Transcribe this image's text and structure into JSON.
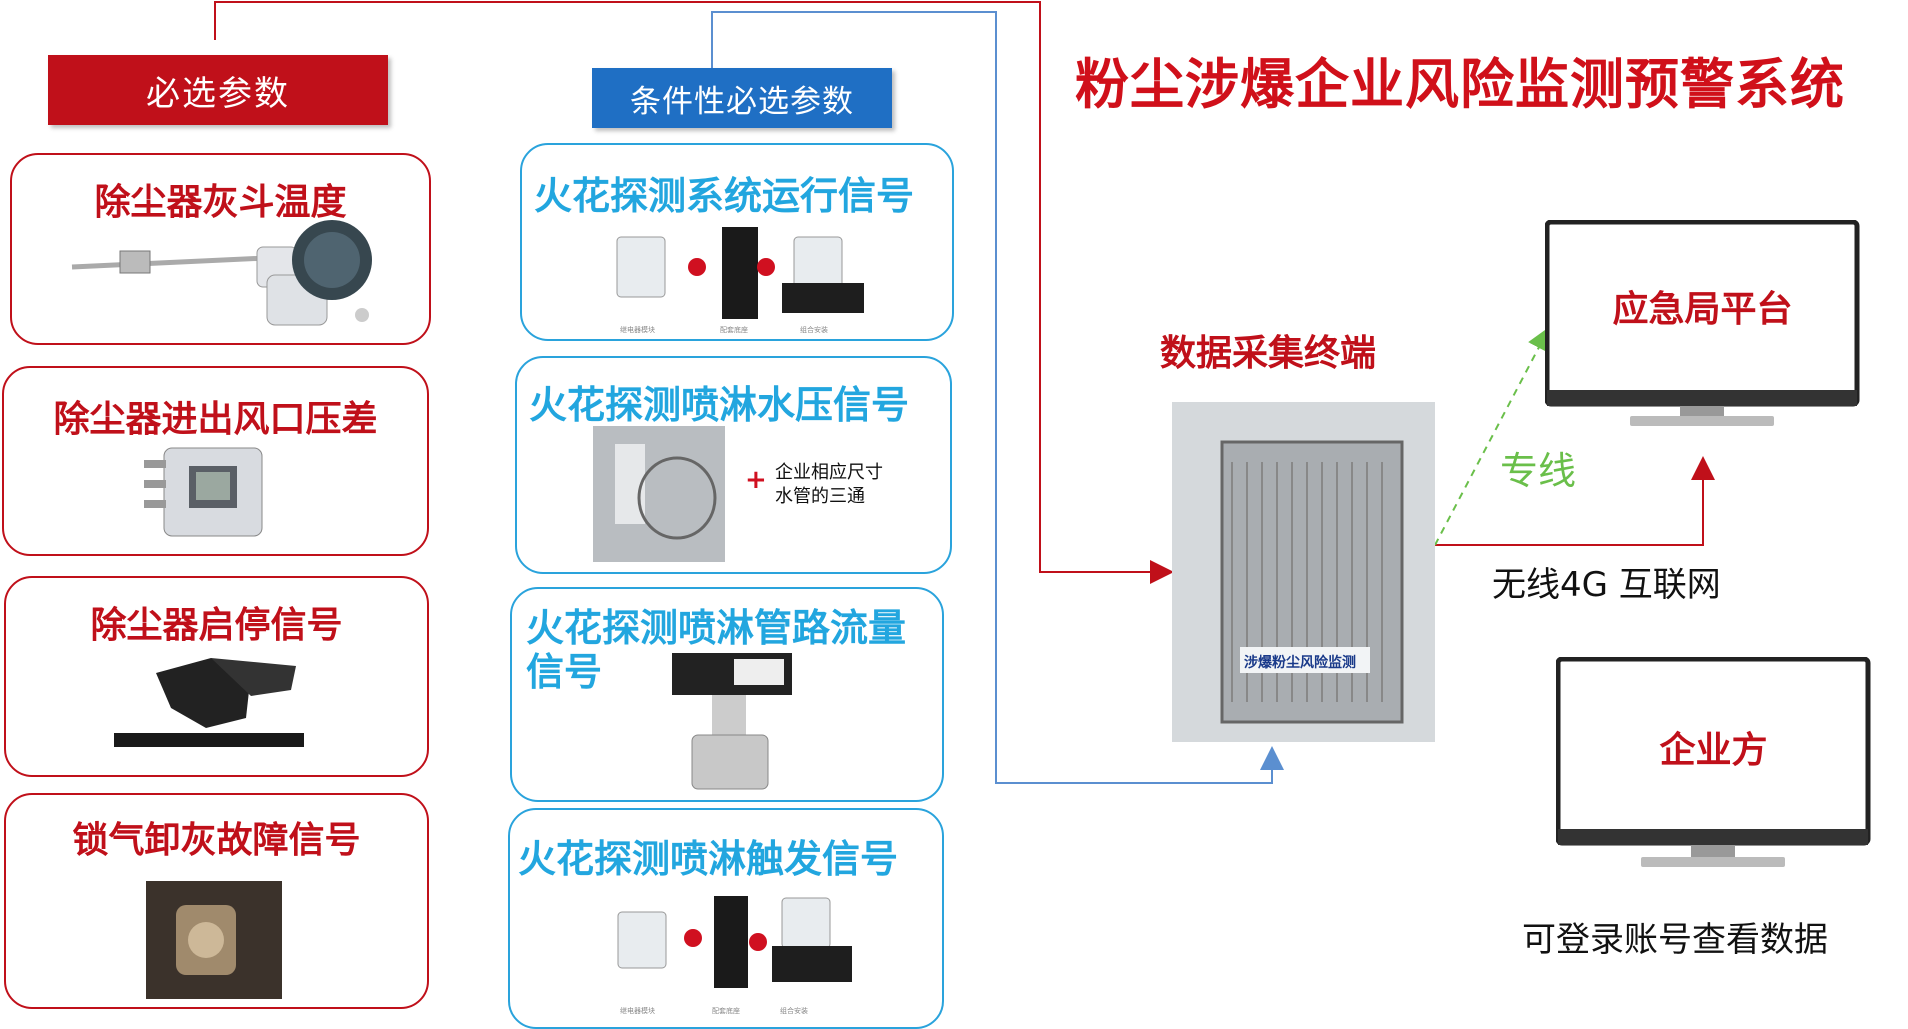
{
  "title": "粉尘涉爆企业风险监测预警系统",
  "required": {
    "header": "必选参数",
    "items": [
      {
        "label": "除尘器灰斗温度"
      },
      {
        "label": "除尘器进出风口压差"
      },
      {
        "label": "除尘器启停信号"
      },
      {
        "label": "锁气卸灰故障信号"
      }
    ]
  },
  "conditional": {
    "header": "条件性必选参数",
    "items": [
      {
        "label": "火花探测系统运行信号",
        "captions": [
          "继电器模块",
          "配套底座",
          "组合安装"
        ]
      },
      {
        "label": "火花探测喷淋水压信号",
        "note_line1": "企业相应尺寸",
        "note_line2": "水管的三通"
      },
      {
        "label_line1": "火花探测喷淋管路流量",
        "label_line2": "信号"
      },
      {
        "label": "火花探测喷淋触发信号",
        "captions": [
          "继电器模块",
          "配套底座",
          "组合安装"
        ]
      }
    ]
  },
  "terminal": {
    "label": "数据采集终端",
    "device_text": "涉爆粉尘风险监测"
  },
  "platform": {
    "label": "应急局平台"
  },
  "enterprise": {
    "label": "企业方",
    "caption": "可登录账号查看数据"
  },
  "links": {
    "dedicated": "专线",
    "wireless": "无线4G 互联网"
  },
  "colors": {
    "red": "#c0101a",
    "blue": "#22a6df",
    "header_blue": "#1f6fc4",
    "green": "#6abf4a"
  }
}
